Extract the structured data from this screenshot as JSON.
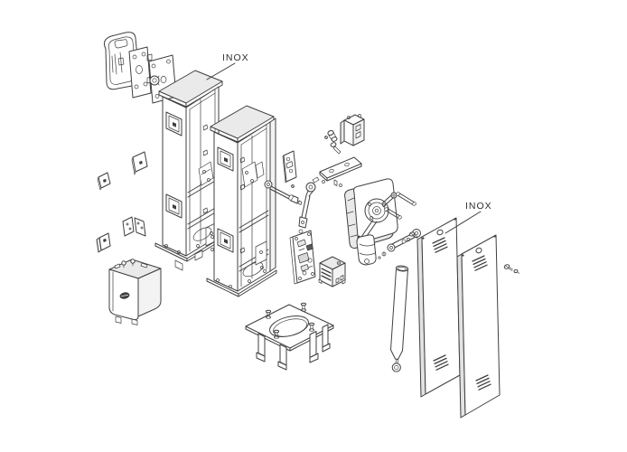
{
  "labels": {
    "inox_top": "INOX",
    "inox_side": "INOX"
  },
  "colors": {
    "background": "#ffffff",
    "line": "#3f3f3f",
    "lid_shade": "#eaeaea",
    "panel_edge": "#e2e2e2",
    "dark_detail": "#3f3f3f"
  },
  "parts": [
    "spring-flange-assembly",
    "cabinet-column-front",
    "cabinet-column-rear",
    "hole-cover-caps",
    "motor-cover-hood",
    "lock-assembly",
    "release-bracket",
    "lock-plate",
    "tie-rod",
    "output-shaft-pin",
    "gearmotor-assembly",
    "linkage-rods",
    "rocker-lever",
    "control-board",
    "transformer",
    "anchor-base-plate",
    "balance-spring",
    "door-panel-front",
    "door-panel-rear",
    "fixing-screws"
  ]
}
